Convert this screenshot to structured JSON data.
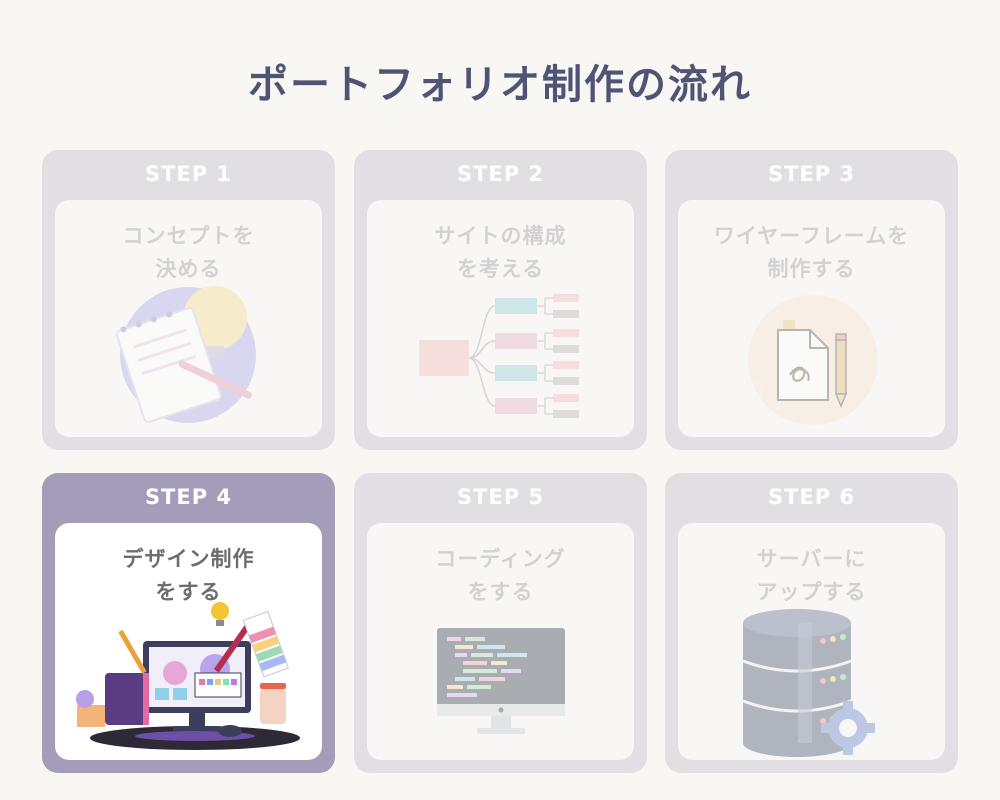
{
  "title": "ポートフォリオ制作の流れ",
  "steps": [
    {
      "label": "STEP 1",
      "text": [
        "コンセプトを",
        "決める"
      ],
      "icon": "lightbulb-notebook-icon",
      "active": false
    },
    {
      "label": "STEP 2",
      "text": [
        "サイトの構成",
        "を考える"
      ],
      "icon": "site-map-icon",
      "active": false
    },
    {
      "label": "STEP 3",
      "text": [
        "ワイヤーフレームを",
        "制作する"
      ],
      "icon": "document-pencil-icon",
      "active": false
    },
    {
      "label": "STEP 4",
      "text": [
        "デザイン制作",
        "をする"
      ],
      "icon": "design-monitor-icon",
      "active": true
    },
    {
      "label": "STEP 5",
      "text": [
        "コーディング",
        "をする"
      ],
      "icon": "code-monitor-icon",
      "active": false
    },
    {
      "label": "STEP 6",
      "text": [
        "サーバーに",
        "アップする"
      ],
      "icon": "server-icon",
      "active": false
    }
  ],
  "colors": {
    "title": "#4f5475",
    "card": "#e2dfe4",
    "card_active": "#a49cb8",
    "background": "#f9f7f4"
  }
}
